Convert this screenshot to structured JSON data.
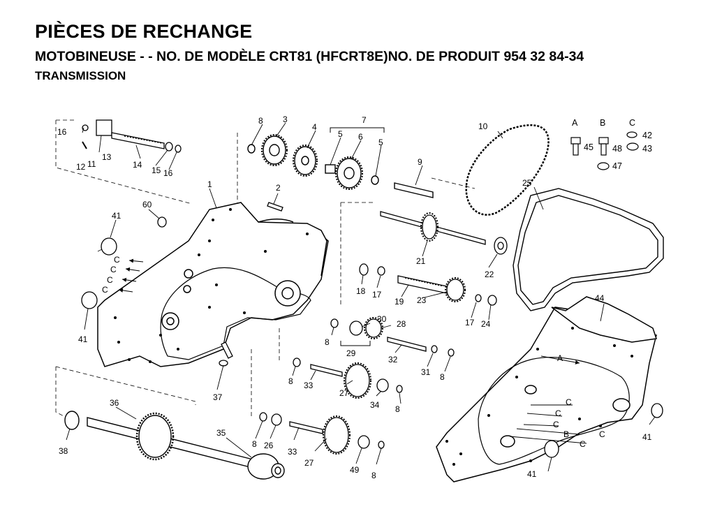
{
  "header": {
    "title": "PIÈCES DE RECHANGE",
    "subtitle": "MOTOBINEUSE - - NO.  DE MODÈLE CRT81 (HFCRT8E)NO. DE PRODUIT 954 32 84-34",
    "section": "TRANSMISSION"
  },
  "legend": {
    "col_a": "A",
    "col_b": "B",
    "col_c": "C",
    "items": [
      "45",
      "48",
      "42",
      "43",
      "47"
    ]
  },
  "callouts": {
    "p1": "1",
    "p2": "2",
    "p3": "3",
    "p4": "4",
    "p5a": "5",
    "p5b": "5",
    "p6": "6",
    "p7": "7",
    "p8a": "8",
    "p8b": "8",
    "p8c": "8",
    "p8d": "8",
    "p8e": "8",
    "p8f": "8",
    "p8g": "8",
    "p9": "9",
    "p10": "10",
    "p11": "11",
    "p12": "12",
    "p13": "13",
    "p14": "14",
    "p15": "15",
    "p16a": "16",
    "p16b": "16",
    "p17a": "17",
    "p17b": "17",
    "p18": "18",
    "p19": "19",
    "p21": "21",
    "p22": "22",
    "p23": "23",
    "p24": "24",
    "p25": "25",
    "p26": "26",
    "p27a": "27",
    "p27b": "27",
    "p28": "28",
    "p29": "29",
    "p30": "30",
    "p31": "31",
    "p32": "32",
    "p33a": "33",
    "p33b": "33",
    "p34": "34",
    "p35": "35",
    "p36": "36",
    "p37": "37",
    "p38": "38",
    "p41a": "41",
    "p41b": "41",
    "p41c": "41",
    "p41d": "41",
    "p44": "44",
    "p49": "49",
    "p60": "60",
    "cA": "A",
    "cB": "B",
    "cC1": "C",
    "cC2": "C",
    "cC3": "C",
    "cC4": "C",
    "cC5": "C",
    "cC6": "C",
    "cC7": "C",
    "cC8": "C",
    "cC9": "C"
  }
}
